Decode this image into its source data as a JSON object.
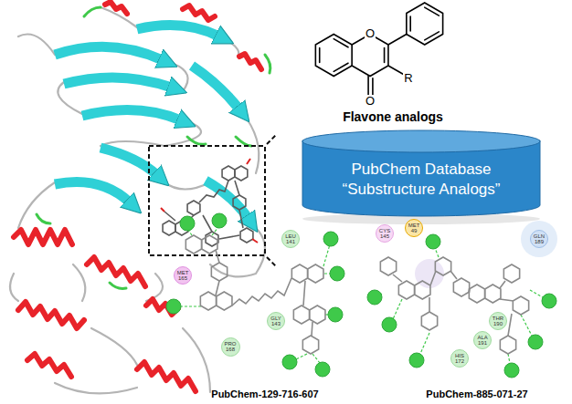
{
  "diagram": {
    "nodes": [
      {
        "text": [
          "PubChem Database",
          "“Substructure Analogs”"
        ]
      },
      {
        "text": [
          "LEU 141"
        ]
      },
      {
        "text": [
          "MET 165"
        ]
      },
      {
        "text": [
          "GLY 143"
        ]
      },
      {
        "text": [
          "PRO 168"
        ]
      },
      {
        "text": [
          "MET 49"
        ]
      },
      {
        "text": [
          "CYS 145"
        ]
      },
      {
        "text": [
          "GLN 189"
        ]
      },
      {
        "text": [
          "THR 190"
        ]
      },
      {
        "text": [
          "ALA 191"
        ]
      },
      {
        "text": [
          "HIS 172"
        ]
      }
    ],
    "labels": [
      "O",
      "R",
      "O",
      "Flavone analogs",
      "PubChem-129-716-607",
      "PubChem-885-071-27"
    ]
  }
}
